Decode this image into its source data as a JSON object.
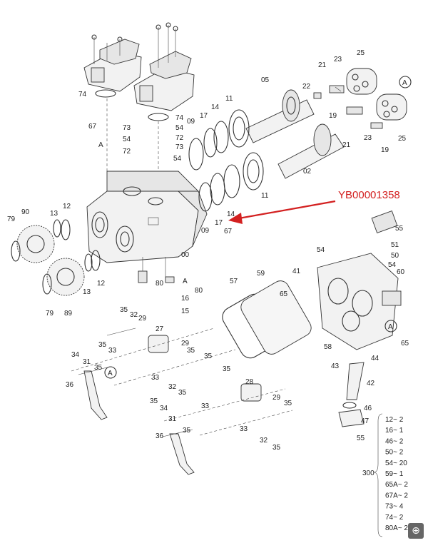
{
  "code_label": "YB00001358",
  "accent_color": "#d32020",
  "callouts": {
    "c05": "05",
    "c02": "02",
    "c11a": "11",
    "c11b": "11",
    "c14a": "14",
    "c14b": "14",
    "c17a": "17",
    "c17b": "17",
    "c09a": "09",
    "c09b": "09",
    "c00": "00",
    "c12a": "12",
    "c12b": "12",
    "c13a": "13",
    "c13b": "13",
    "c79a": "79",
    "c79b": "79",
    "c90": "90",
    "c89": "89",
    "c74a": "74",
    "c74b": "74",
    "c67a": "67",
    "c67b": "67",
    "c73a": "73",
    "c73b": "73",
    "c54a": "54",
    "c54b": "54",
    "c54c": "54",
    "c72a": "72",
    "c72b": "72",
    "c80a": "80",
    "c80b": "80",
    "c16": "16",
    "c15": "15",
    "c21a": "21",
    "c21b": "21",
    "c22": "22",
    "c23a": "23",
    "c23b": "23",
    "c25a": "25",
    "c25b": "25",
    "c19a": "19",
    "c19b": "19",
    "c55a": "55",
    "c55b": "55",
    "c51": "51",
    "c50": "50",
    "c54d": "54",
    "c54e": "54",
    "c41": "41",
    "c60": "60",
    "c65a": "65",
    "c65b": "65",
    "c58": "58",
    "c44": "44",
    "c43": "43",
    "c42": "42",
    "c46": "46",
    "c47": "47",
    "c59": "59",
    "c57": "57",
    "c35a": "35",
    "c32a": "32",
    "c29a": "29",
    "c27": "27",
    "c33a": "33",
    "c35b": "35",
    "c34a": "34",
    "c31a": "31",
    "c36a": "36",
    "c35c": "35",
    "c29b": "29",
    "c35d": "35",
    "c33b": "33",
    "c32b": "32",
    "c35e": "35",
    "c35f": "35",
    "c35g": "35",
    "c33c": "33",
    "c28": "28",
    "c29c": "29",
    "c35h": "35",
    "c33d": "33",
    "c32c": "32",
    "c35i": "35",
    "c35j": "35",
    "c34b": "34",
    "c31b": "31",
    "c36b": "36",
    "c35k": "35"
  },
  "ref_markers": {
    "a1": "A",
    "a2": "A",
    "a3": "A",
    "a4": "A",
    "a5": "A"
  },
  "quantity_table": {
    "group": "300",
    "rows": [
      {
        "part": "12",
        "qty": "2"
      },
      {
        "part": "16",
        "qty": "1"
      },
      {
        "part": "46",
        "qty": "2"
      },
      {
        "part": "50",
        "qty": "2"
      },
      {
        "part": "54",
        "qty": "20"
      },
      {
        "part": "59",
        "qty": "1"
      },
      {
        "part": "65A",
        "qty": "2"
      },
      {
        "part": "67A",
        "qty": "2"
      },
      {
        "part": "73",
        "qty": "4"
      },
      {
        "part": "74",
        "qty": "2"
      },
      {
        "part": "80A",
        "qty": "2"
      }
    ],
    "separator": "~"
  },
  "icons": {
    "zoom": "zoom-in-icon"
  }
}
